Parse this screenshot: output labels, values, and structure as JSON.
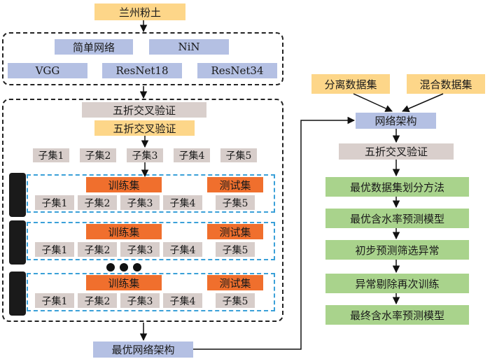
{
  "left": {
    "top": "兰州粉土",
    "models": [
      "简单网络",
      "NiN",
      "VGG",
      "ResNet18",
      "ResNet34"
    ],
    "cv_label_gray": "五折交叉验证",
    "cv_label_yellow": "五折交叉验证",
    "subsets": [
      "子集1",
      "子集2",
      "子集3",
      "子集4",
      "子集5"
    ],
    "folds": [
      {
        "train_label": "训练集",
        "test_label": "测试集",
        "cells": [
          "子集1",
          "子集2",
          "子集3",
          "子集4",
          "子集5"
        ]
      },
      {
        "train_label": "训练集",
        "test_label": "测试集",
        "cells": [
          "子集1",
          "子集2",
          "子集3",
          "子集4",
          "子集5"
        ]
      },
      {
        "train_label": "训练集",
        "test_label": "测试集",
        "cells": [
          "子集1",
          "子集2",
          "子集3",
          "子集4",
          "子集5"
        ]
      }
    ],
    "result": "最优网络架构"
  },
  "right": {
    "inputs": [
      "分离数据集",
      "混合数据集"
    ],
    "arch": "网络架构",
    "cv": "五折交叉验证",
    "steps": [
      "最优数据集划分方法",
      "最优含水率预测模型",
      "初步预测筛选异常",
      "异常剔除再次训练",
      "最终含水率预测模型"
    ]
  }
}
